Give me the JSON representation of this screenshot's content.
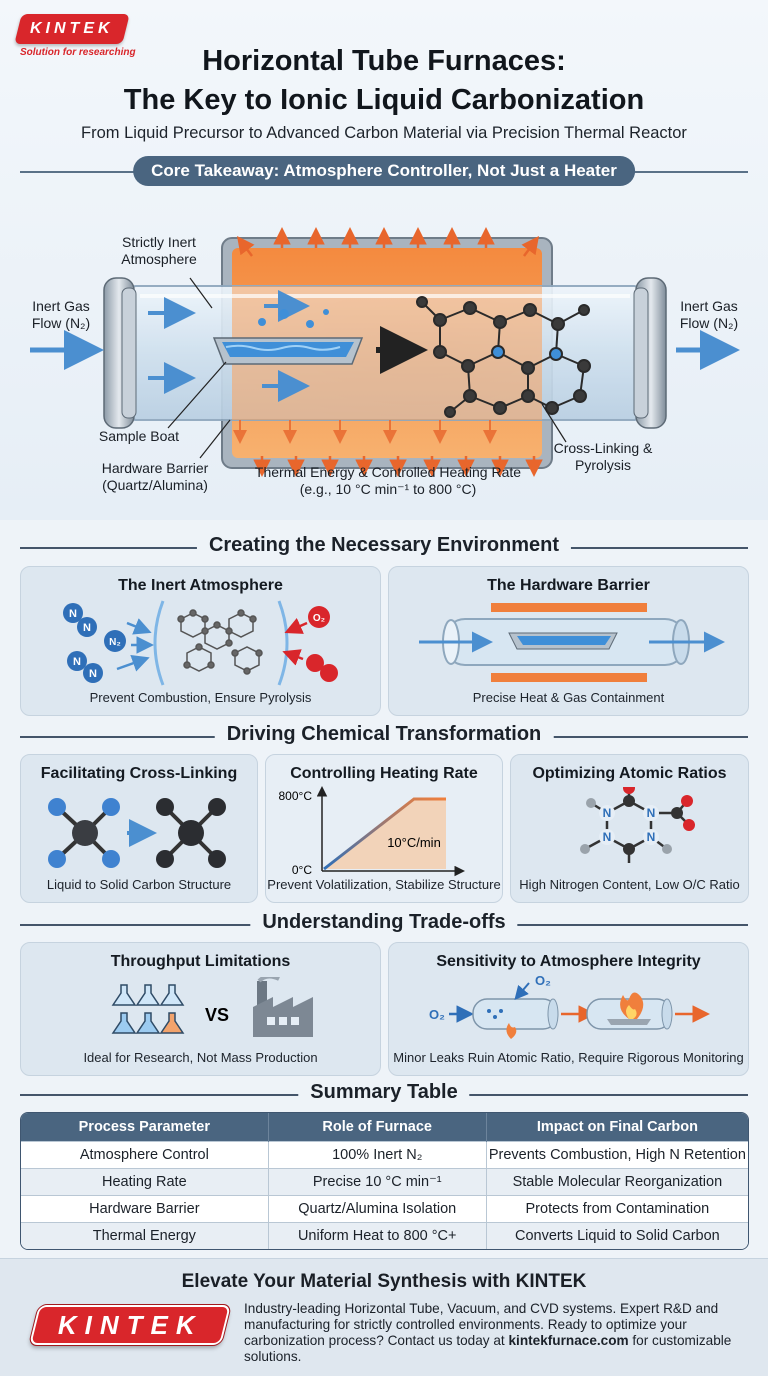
{
  "header": {
    "logo_text": "KINTEK",
    "logo_tagline": "Solution for researching",
    "title_line1": "Horizontal Tube Furnaces:",
    "title_line2": "The Key to Ionic Liquid Carbonization",
    "subtitle": "From Liquid Precursor to Advanced Carbon Material via Precision Thermal Reactor",
    "takeaway": "Core Takeaway: Atmosphere Controller, Not Just a Heater"
  },
  "hero_labels": {
    "inert_atmosphere": "Strictly Inert Atmosphere",
    "gas_in": "Inert Gas Flow (N₂)",
    "gas_out": "Inert Gas Flow (N₂)",
    "sample_boat": "Sample Boat",
    "hardware_barrier": "Hardware Barrier (Quartz/Alumina)",
    "thermal_energy": "Thermal Energy & Controlled Heating Rate",
    "thermal_example": "(e.g., 10 °C min⁻¹ to 800 °C)",
    "crosslinking": "Cross-Linking & Pyrolysis"
  },
  "sections": {
    "environment": "Creating the Necessary Environment",
    "transformation": "Driving Chemical Transformation",
    "tradeoffs": "Understanding Trade-offs",
    "summary": "Summary Table"
  },
  "environment_cards": [
    {
      "title": "The Inert Atmosphere",
      "caption": "Prevent Combustion, Ensure Pyrolysis",
      "n_label": "N",
      "n2_label": "N₂",
      "o2_label": "O₂"
    },
    {
      "title": "The Hardware Barrier",
      "caption": "Precise Heat & Gas Containment"
    }
  ],
  "transformation_cards": [
    {
      "title": "Facilitating Cross-Linking",
      "caption": "Liquid to Solid Carbon Structure"
    },
    {
      "title": "Controlling Heating Rate",
      "caption": "Prevent Volatilization, Stabilize Structure",
      "y_top": "800°C",
      "y_bottom": "0°C",
      "rate": "10°C/min"
    },
    {
      "title": "Optimizing Atomic Ratios",
      "caption": "High Nitrogen Content, Low O/C Ratio",
      "atom_n": "N"
    }
  ],
  "tradeoff_cards": [
    {
      "title": "Throughput Limitations",
      "caption": "Ideal for Research, Not Mass Production",
      "vs": "VS"
    },
    {
      "title": "Sensitivity to Atmosphere Integrity",
      "caption": "Minor Leaks Ruin Atomic Ratio, Require Rigorous Monitoring",
      "o2_label": "O₂"
    }
  ],
  "summary_table": {
    "headers": [
      "Process Parameter",
      "Role of Furnace",
      "Impact on Final Carbon"
    ],
    "rows": [
      [
        "Atmosphere Control",
        "100% Inert N₂",
        "Prevents Combustion, High N Retention"
      ],
      [
        "Heating Rate",
        "Precise 10 °C min⁻¹",
        "Stable Molecular Reorganization"
      ],
      [
        "Hardware Barrier",
        "Quartz/Alumina Isolation",
        "Protects from Contamination"
      ],
      [
        "Thermal Energy",
        "Uniform Heat to 800 °C+",
        "Converts Liquid to Solid Carbon"
      ]
    ]
  },
  "footer": {
    "title": "Elevate Your Material Synthesis with KINTEK",
    "logo_text": "KINTEK",
    "body": "Industry-leading Horizontal Tube, Vacuum, and CVD systems. Expert R&D and manufacturing for strictly controlled environments. Ready to optimize your carbonization process? Contact us today at",
    "link": "kintekfurnace.com",
    "tail": "for customizable solutions."
  },
  "colors": {
    "brand_red": "#d9262b",
    "slate": "#4a6580",
    "heater_orange": "#f07f3c",
    "card_bg": "#dde7f0"
  }
}
